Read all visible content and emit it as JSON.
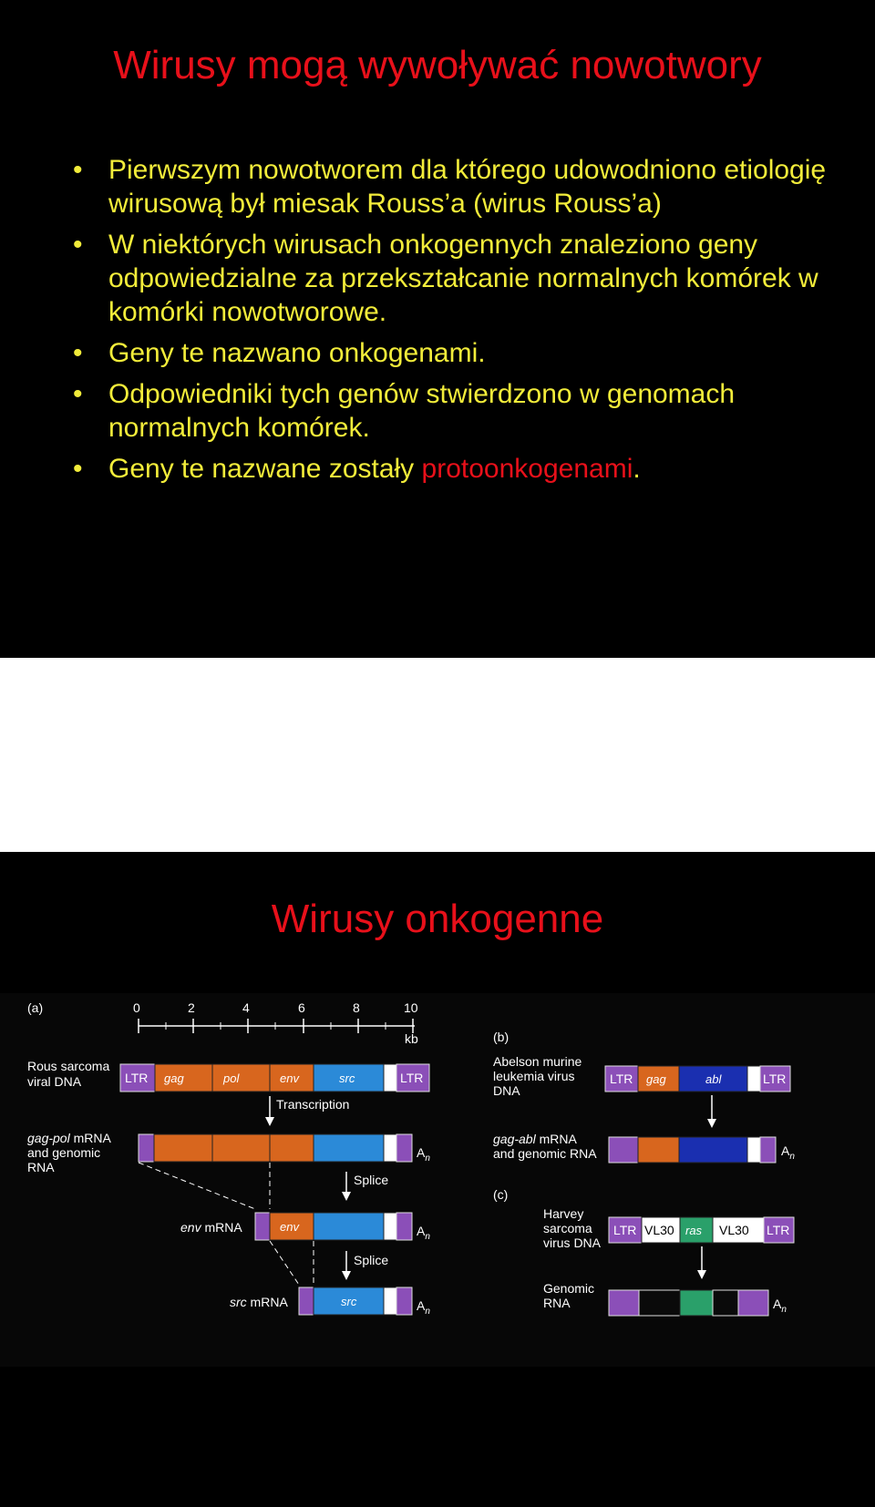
{
  "slide1": {
    "title": "Wirusy mogą wywoływać nowotwory",
    "bullets": [
      {
        "text": "Pierwszym nowotworem dla którego udowodniono etiologię wirusową był miesak Rouss’a (wirus Rouss’a)"
      },
      {
        "text": "W niektórych wirusach onkogennych znaleziono geny odpowiedzialne za przekształcanie normalnych komórek w komórki nowotworowe."
      },
      {
        "text": "Geny te nazwano onkogenami."
      },
      {
        "text": "Odpowiedniki tych genów stwierdzono w genomach normalnych komórek."
      },
      {
        "text_before": "Geny te nazwane zostały ",
        "highlight": "protoonkogenami",
        "text_after": "."
      }
    ],
    "bullet_char": "•",
    "colors": {
      "title": "#e8101a",
      "text": "#f2ec3a",
      "background": "#000000"
    }
  },
  "slide2": {
    "title": "Wirusy onkogenne",
    "figure": {
      "panel_a": {
        "label": "(a)",
        "scale": {
          "ticks": [
            "0",
            "2",
            "4",
            "6",
            "8",
            "10"
          ],
          "unit": "kb"
        },
        "rows": {
          "rous_dna": {
            "label": [
              "Rous sarcoma",
              "viral DNA"
            ],
            "segments": [
              "LTR",
              "gag",
              "pol",
              "env",
              "src",
              "LTR"
            ]
          },
          "gagpol_mrna": {
            "label_italic": "gag-pol",
            "label_rest": " mRNA",
            "label_lines": [
              "and genomic",
              "RNA"
            ],
            "tail": "A",
            "tail_sub": "n"
          },
          "env_mrna": {
            "label_italic": "env",
            "label_rest": " mRNA",
            "segment": "env"
          },
          "src_mrna": {
            "label_italic": "src",
            "label_rest": " mRNA",
            "segment": "src"
          }
        },
        "arrows": [
          "Transcription",
          "Splice",
          "Splice"
        ]
      },
      "panel_b": {
        "label": "(b)",
        "dna_label": [
          "Abelson murine",
          "leukemia virus",
          "DNA"
        ],
        "segments": [
          "LTR",
          "gag",
          "abl",
          "LTR"
        ],
        "rna_label_italic": "gag-abl",
        "rna_label_rest": " mRNA",
        "rna_label_line2": "and genomic RNA"
      },
      "panel_c": {
        "label": "(c)",
        "dna_label": [
          "Harvey",
          "sarcoma",
          "virus DNA"
        ],
        "segments": [
          "LTR",
          "VL30",
          "ras",
          "VL30",
          "LTR"
        ],
        "rna_label": [
          "Genomic",
          "RNA"
        ]
      },
      "colors": {
        "ltr": "#8b4fb8",
        "gag": "#d8661e",
        "env": "#d8661e",
        "src": "#2b8ad8",
        "abl": "#1a2fb0",
        "ras": "#2aa06a",
        "white_box": "#ffffff"
      }
    }
  }
}
